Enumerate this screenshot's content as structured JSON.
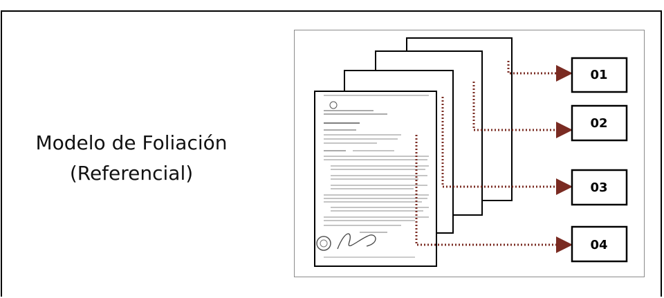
{
  "caption": {
    "line1": "Modelo de Foliación",
    "line2": "(Referencial)"
  },
  "folio_labels": [
    "01",
    "02",
    "03",
    "04"
  ],
  "colors": {
    "arrow": "#7a2b22",
    "frame": "#000000",
    "panel_border": "#8a8a8a"
  },
  "icons": {
    "document": "scanned-document-page-icon",
    "seal": "seal-stamp-icon",
    "signature": "signature-icon"
  }
}
